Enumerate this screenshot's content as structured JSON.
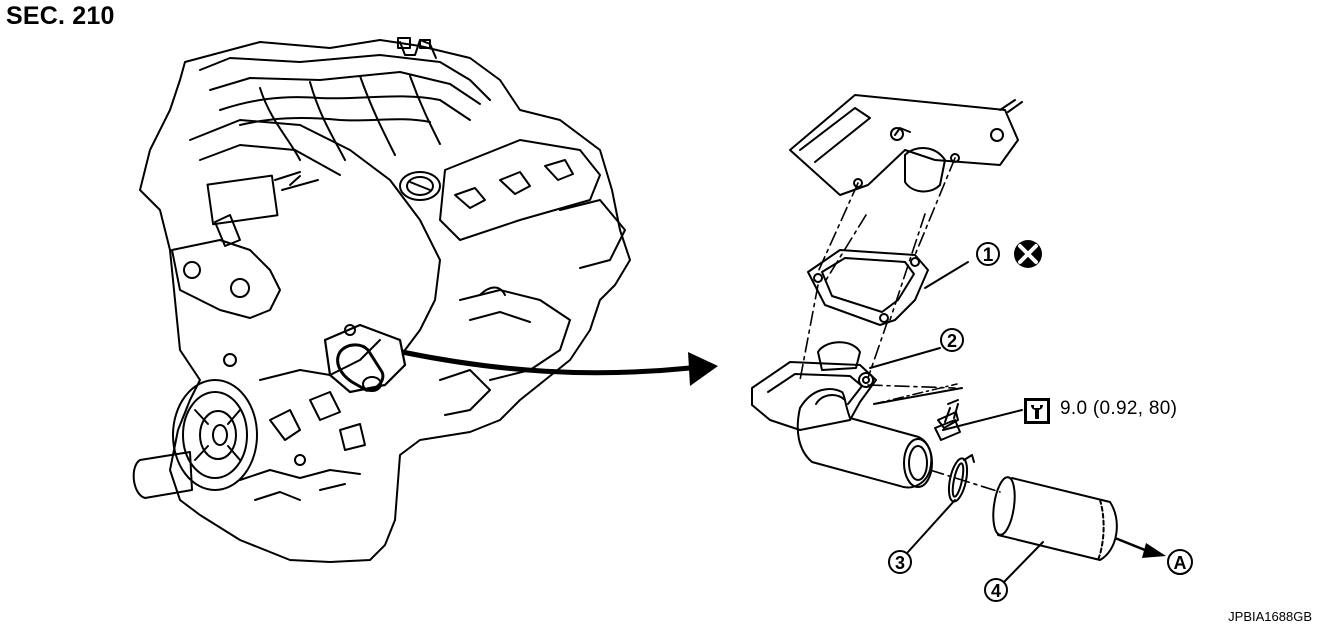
{
  "diagram": {
    "section_title": "SEC. 210",
    "reference_code": "JPBIA1688GB",
    "callouts": [
      {
        "number": "1",
        "part": "gasket",
        "note_icon": "do-not-reuse-icon"
      },
      {
        "number": "2",
        "part": "water-outlet"
      },
      {
        "number": "3",
        "part": "clamp"
      },
      {
        "number": "4",
        "part": "hose"
      }
    ],
    "direction_marker": "A",
    "torque": {
      "icon": "torque-wrench-icon",
      "value": "9.0 (0.92, 80)"
    }
  }
}
